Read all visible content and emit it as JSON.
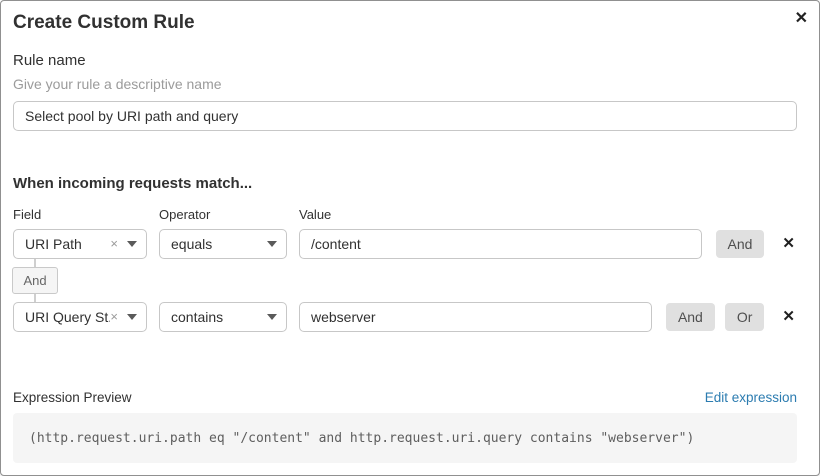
{
  "dialog": {
    "title": "Create Custom Rule"
  },
  "icons": {
    "close": "✕",
    "remove_row": "✕",
    "clear_selection": "×"
  },
  "rule_name": {
    "label": "Rule name",
    "description": "Give your rule a descriptive name",
    "value": "Select pool by URI path and query"
  },
  "match": {
    "heading": "When incoming requests match...",
    "columns": {
      "field": "Field",
      "operator": "Operator",
      "value": "Value"
    },
    "connector_label": "And",
    "rows": [
      {
        "field": "URI Path",
        "operator": "equals",
        "value": "/content",
        "and_label": "And"
      },
      {
        "field": "URI Query St...",
        "operator": "contains",
        "value": "webserver",
        "and_label": "And",
        "or_label": "Or"
      }
    ]
  },
  "expression": {
    "label": "Expression Preview",
    "edit_link": "Edit expression",
    "code": "(http.request.uri.path eq \"/content\" and http.request.uri.query contains \"webserver\")"
  },
  "colors": {
    "link_blue": "#2c7cb0",
    "text": "#313131",
    "muted_text": "#9b9b9b",
    "input_border": "#c7c7c7",
    "button_bg": "#e0e0e0",
    "code_bg": "#f5f5f5"
  }
}
